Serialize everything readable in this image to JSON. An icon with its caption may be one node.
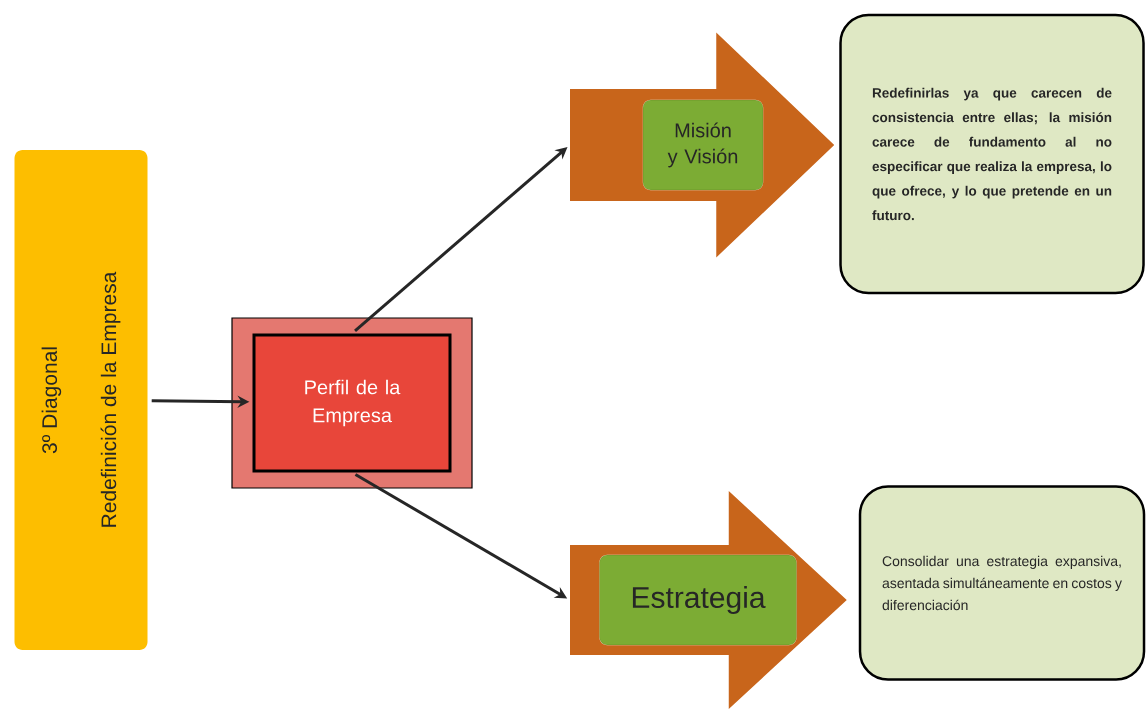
{
  "diagram": {
    "nodes": [
      {
        "text": [
          "3º Diagonal",
          "Redefinición de la Empresa"
        ]
      },
      {
        "text": [
          "Perfil de la Empresa"
        ]
      },
      {
        "text": [
          "Misión y Visión"
        ]
      },
      {
        "text": [
          "Redefinirlas ya que carecen de consistencia entre ellas; la misión carece de fundamento al no especificar que realiza la empresa, lo que ofrece, y lo que pretende en un futuro."
        ]
      },
      {
        "text": [
          "Estrategia"
        ]
      },
      {
        "text": [
          "Consolidar una estrategia expansiva, asentada simultáneamente en costos y diferenciación"
        ]
      }
    ],
    "edges": [
      {
        "from": 0,
        "to": 1,
        "arrow": "to"
      },
      {
        "from": 1,
        "to": 2,
        "arrow": "to"
      },
      {
        "from": 2,
        "to": 3,
        "arrow": "to",
        "style": "thick",
        "color": "#c8651b"
      },
      {
        "from": 1,
        "to": 4,
        "arrow": "to"
      },
      {
        "from": 4,
        "to": 5,
        "arrow": "to",
        "style": "thick",
        "color": "#c8651b"
      }
    ]
  }
}
